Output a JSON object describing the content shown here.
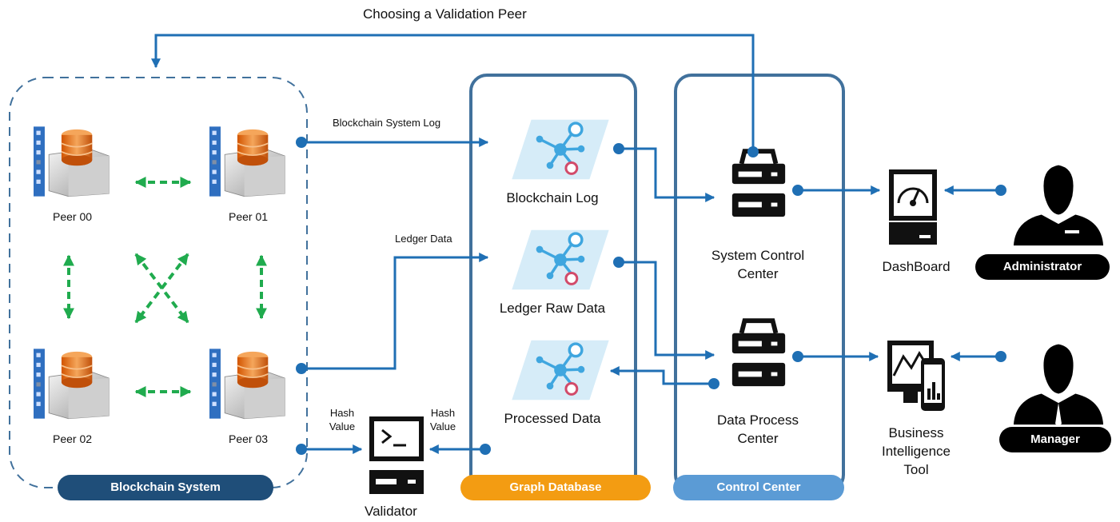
{
  "title": "Choosing a Validation Peer",
  "groups": {
    "blockchain": "Blockchain System",
    "graph_db": "Graph Database",
    "control": "Control Center"
  },
  "peers": [
    "Peer 00",
    "Peer 01",
    "Peer 02",
    "Peer 03"
  ],
  "graph_nodes": [
    "Blockchain Log",
    "Ledger Raw Data",
    "Processed Data"
  ],
  "control_nodes": {
    "system_control": [
      "System Control",
      "Center"
    ],
    "data_process": [
      "Data Process",
      "Center"
    ]
  },
  "validator": "Validator",
  "hash_left": [
    "Hash",
    "Value"
  ],
  "hash_right": [
    "Hash",
    "Value"
  ],
  "edges": {
    "system_log": "Blockchain System Log",
    "ledger_data": "Ledger Data"
  },
  "outputs": {
    "dashboard": "DashBoard",
    "bi_tool": [
      "Business",
      "Intelligence",
      "Tool"
    ]
  },
  "roles": {
    "admin": "Administrator",
    "manager": "Manager"
  },
  "colors": {
    "arrow_blue": "#1f6fb4",
    "peer_green": "#20ab4e",
    "blockchain_pill": "#1f4e79",
    "graph_pill": "#f39c12",
    "control_pill": "#5b9bd5",
    "box_border": "#41719c",
    "role_pill": "#000000"
  }
}
